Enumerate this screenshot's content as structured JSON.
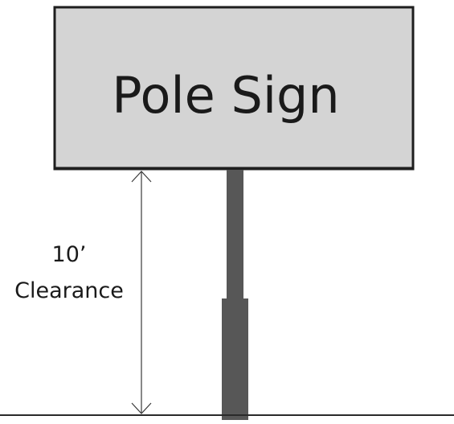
{
  "sign": {
    "label": "Pole Sign"
  },
  "clearance": {
    "value": "10’",
    "label": "Clearance"
  }
}
